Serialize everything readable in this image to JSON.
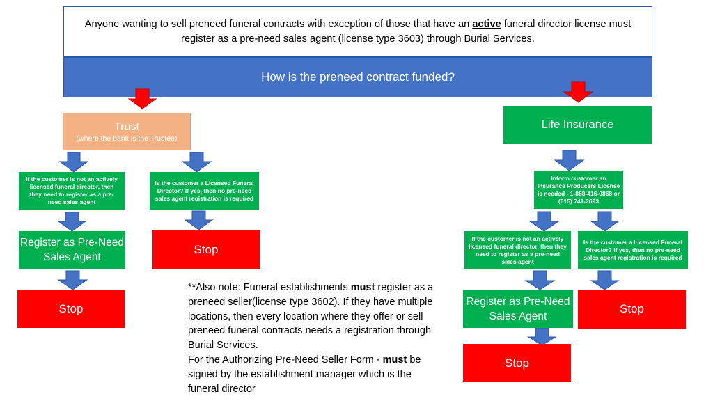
{
  "intro": {
    "before": "Anyone wanting to sell preneed funeral contracts with exception of those that have an ",
    "emph": "active",
    "after": " funeral director license must register as a pre-need sales agent (license type 3603) through Burial Services."
  },
  "question": "How is the preneed contract funded?",
  "trust": {
    "title": "Trust",
    "subtitle": "(where the bank is the Trustee)",
    "not_licensed": "If the customer is not an actively licensed funeral director, then they need to register as a pre-need sales agent",
    "licensed": "Is the customer a Licensed Funeral Director? If yes, then no pre-need sales agent registration is required",
    "register": "Register as Pre-Need Sales Agent",
    "stop_left": "Stop",
    "stop_right": "Stop"
  },
  "life": {
    "title": "Life Insurance",
    "inform": "Inform customer an Insurance Producers License is needed - 1-888-416-0868 or (615) 741-2693",
    "not_licensed": "If the customer is not an actively licensed funeral director, then they need to register as a pre-need sales agent",
    "licensed": "Is the customer a Licensed Funeral Director? If yes, then no pre-need sales agent registration is required",
    "register": "Register as Pre-Need Sales Agent",
    "stop_left": "Stop",
    "stop_right": "Stop"
  },
  "note": {
    "p1_a": "**Also note: Funeral establishments ",
    "p1_must": "must",
    "p1_b": " register as a preneed seller(license type 3602). If they have multiple locations, then every location where they offer or sell preneed funeral contracts needs a registration through Burial Services.",
    "p2_a": "For the Authorizing Pre-Need Seller Form - ",
    "p2_must": "must",
    "p2_b": " be signed by the establishment manager which is the funeral director"
  },
  "colors": {
    "blue": "#4472c4",
    "green": "#00b050",
    "red": "#ff0000",
    "peach": "#f4b183"
  }
}
